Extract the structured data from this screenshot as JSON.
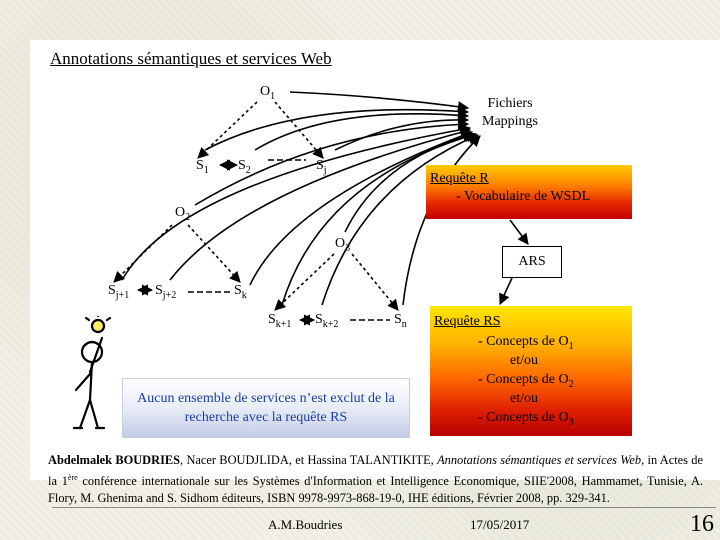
{
  "title": "Annotations sémantiques et services Web",
  "nodes": {
    "o1": {
      "base": "O",
      "sub": "1"
    },
    "o2": {
      "base": "O",
      "sub": "2"
    },
    "o3": {
      "base": "O",
      "sub": "3"
    },
    "s1": {
      "base": "S",
      "sub": "1"
    },
    "s2": {
      "base": "S",
      "sub": "2"
    },
    "sj": {
      "base": "S",
      "sub": "j"
    },
    "sj1": {
      "base": "S",
      "sub": "j+1"
    },
    "sj2": {
      "base": "S",
      "sub": "j+2"
    },
    "sk": {
      "base": "S",
      "sub": "k"
    },
    "sk1": {
      "base": "S",
      "sub": "k+1"
    },
    "sk2": {
      "base": "S",
      "sub": "k+2"
    },
    "sn": {
      "base": "S",
      "sub": "n"
    }
  },
  "fichiers": {
    "line1": "Fichiers",
    "line2": "Mappings"
  },
  "requete_r": {
    "title": "Requête R",
    "item": "- Vocabulaire de WSDL"
  },
  "ars": "ARS",
  "requete_rs": {
    "title": "Requête RS",
    "line1_prefix": "- Concepts de O",
    "line1_sub": "1",
    "or1": "et/ou",
    "line2_prefix": "- Concepts de O",
    "line2_sub": "2",
    "or2": "et/ou",
    "line3_prefix": "- Concepts de O",
    "line3_sub": "3"
  },
  "aucun": "Aucun ensemble de services n’est exclut de la recherche avec la requête RS",
  "citation": {
    "authors_bold": "Abdelmalek BOUDRIES",
    "authors_rest": ", Nacer BOUDJLIDA, et Hassina TALANTIKITE, ",
    "paper_title": "Annotations sémantiques et services Web",
    "part1": ", in Actes de la 1",
    "sup": "ère",
    "part2": " conférence internationale sur les Systèmes d'Information et Intelligence Economique, SIIE'2008, Hammamet, Tunisie, A. Flory, M. Ghenima and S. Sidhom éditeurs, ISBN 9978-9973-868-19-0, IHE éditions, Février 2008, pp. 329-341."
  },
  "footer": {
    "author": "A.M.Boudries",
    "date": "17/05/2017",
    "page": "16"
  },
  "colors": {
    "aucun_text": "#1a3ea8",
    "arrow": "#000000"
  },
  "icons": {
    "thinker": "person-lightbulb-icon"
  }
}
